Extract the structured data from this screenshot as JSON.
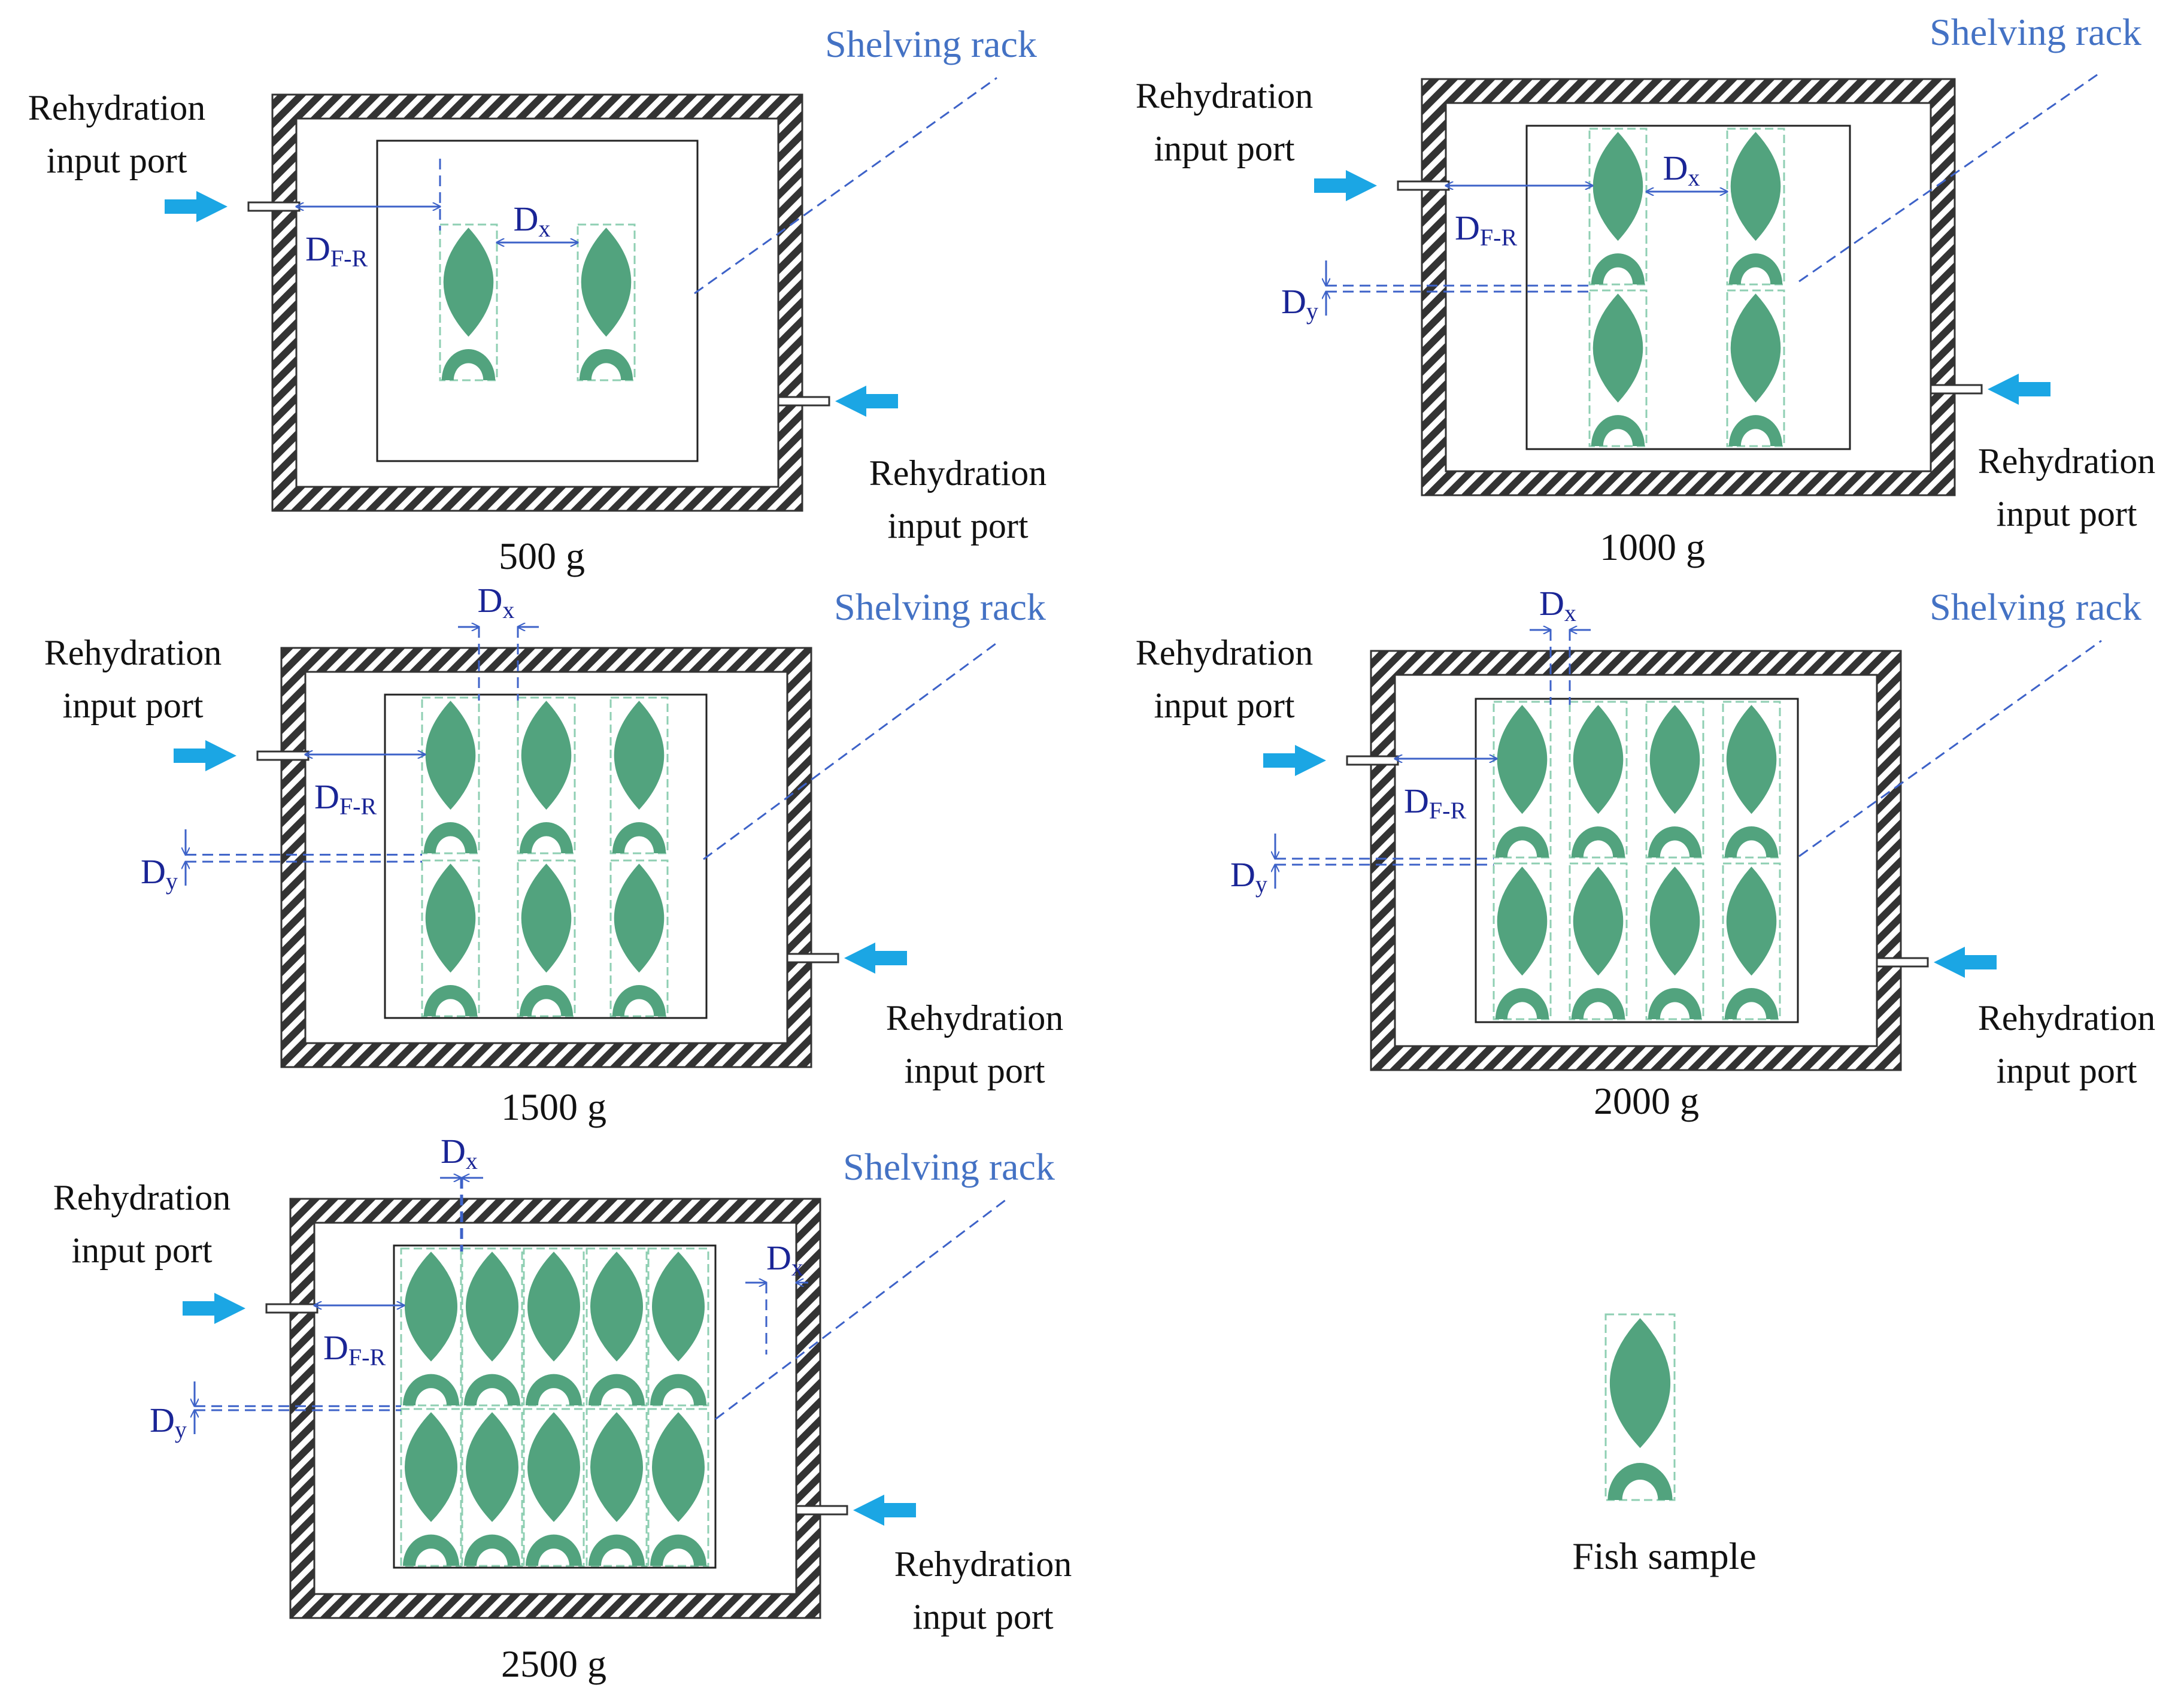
{
  "labels": {
    "port": [
      "Rehydration",
      "input port"
    ],
    "rack": "Shelving rack",
    "dfr_main": "D",
    "dfr_sub": "F-R",
    "dx_main": "D",
    "dx_sub": "x",
    "dy_main": "D",
    "dy_sub": "y",
    "legend": "Fish sample"
  },
  "panels": [
    {
      "caption": "500 g",
      "columns": 2,
      "rows": 1
    },
    {
      "caption": "1000 g",
      "columns": 2,
      "rows": 2
    },
    {
      "caption": "1500 g",
      "columns": 3,
      "rows": 2
    },
    {
      "caption": "2000 g",
      "columns": 4,
      "rows": 2
    },
    {
      "caption": "2500 g",
      "columns": 5,
      "rows": 2
    }
  ],
  "colors": {
    "fish": "#52a37e",
    "fish_box": "#8fcfb3",
    "arrow": "#1ba6e4",
    "dimension": "#3d62c8",
    "rack_label": "#4472c4",
    "wall": "#333333"
  }
}
